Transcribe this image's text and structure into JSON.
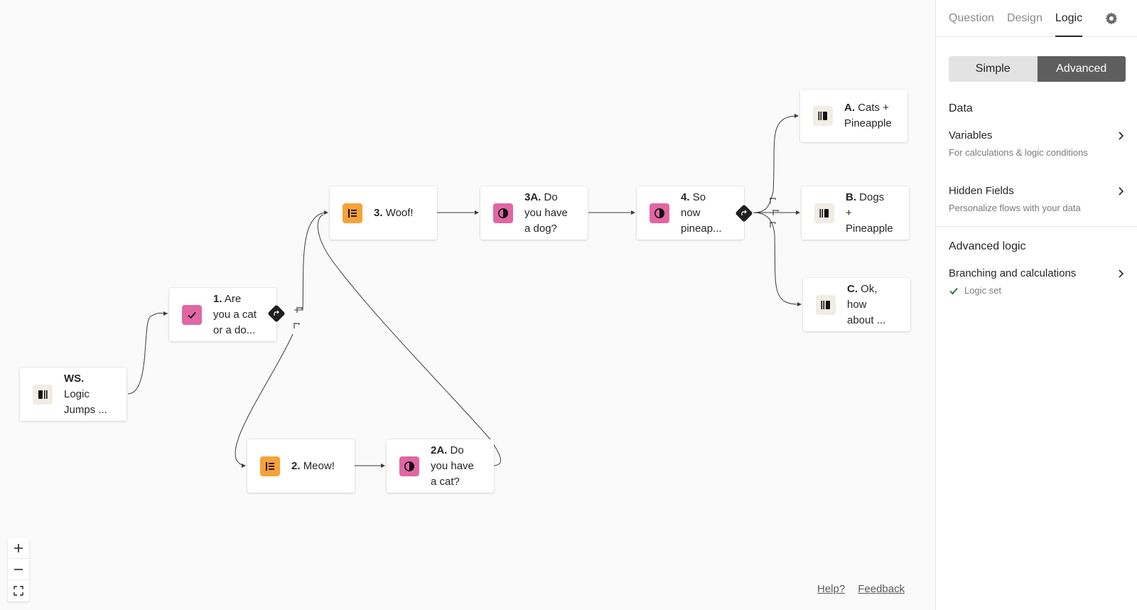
{
  "canvas": {
    "nodes": {
      "ws": {
        "num": "WS.",
        "lines": [
          "Logic",
          "Jumps ..."
        ]
      },
      "q1": {
        "num": "1.",
        "first": "Are",
        "lines": [
          "you a cat",
          "or a do..."
        ]
      },
      "q2": {
        "num": "2.",
        "first": "Meow!"
      },
      "q2a": {
        "num": "2A.",
        "first": "Do",
        "lines": [
          "you have",
          "a cat?"
        ]
      },
      "q3": {
        "num": "3.",
        "first": "Woof!"
      },
      "q3a": {
        "num": "3A.",
        "first": "Do",
        "lines": [
          "you have",
          "a dog?"
        ]
      },
      "q4": {
        "num": "4.",
        "first": "So",
        "lines": [
          "now",
          "pineap..."
        ]
      },
      "ea": {
        "num": "A.",
        "first": "Cats +",
        "lines": [
          "Pineapple"
        ]
      },
      "eb": {
        "num": "B.",
        "first": "Dogs",
        "lines": [
          "+",
          "Pineapple"
        ]
      },
      "ec": {
        "num": "C.",
        "first": "Ok,",
        "lines": [
          "how",
          "about ..."
        ]
      }
    },
    "zoom": {
      "in": "+",
      "out": "−"
    },
    "footer": {
      "help": "Help?",
      "feedback": "Feedback"
    }
  },
  "panel": {
    "tabs": [
      "Question",
      "Design",
      "Logic"
    ],
    "active_tab": "Logic",
    "mode": {
      "simple": "Simple",
      "advanced": "Advanced",
      "selected": "Advanced"
    },
    "data_section": {
      "title": "Data",
      "variables": {
        "title": "Variables",
        "subtitle": "For calculations & logic conditions"
      },
      "hidden_fields": {
        "title": "Hidden Fields",
        "subtitle": "Personalize flows with your data"
      }
    },
    "advanced_section": {
      "title": "Advanced logic",
      "branching": {
        "title": "Branching and calculations",
        "status": "Logic set"
      }
    }
  },
  "colors": {
    "pink": "#e066a4",
    "orange": "#f7a13a",
    "beige": "#f1ece4",
    "dark": "#1f1f1f"
  }
}
